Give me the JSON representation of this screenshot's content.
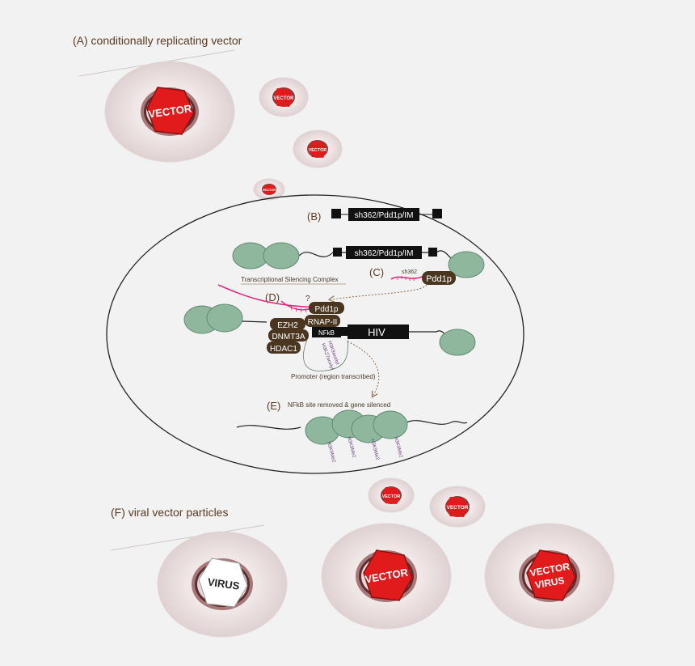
{
  "captions": {
    "a": "(A) conditionally replicating vector",
    "b": "(B)",
    "c": "(C)",
    "d": "(D)",
    "e": "(E)",
    "f": "(F) viral vector particles",
    "question": "?"
  },
  "cells": {
    "vector": "VECTOR",
    "virus": "VIRUS"
  },
  "constructs": {
    "top": "sh362/Pdd1p/IM",
    "integrated": "sh362/Pdd1p/IM",
    "hiv": "HIV"
  },
  "labels": {
    "silencing_complex": "Transcriptional Silencing Complex",
    "sh362": "sh362",
    "promoter": "Promoter (region transcribed)",
    "nfkb_removed": "NFkB site removed & gene silenced"
  },
  "proteins": {
    "pdd1p_c": "Pdd1p",
    "pdd1p_d": "Pdd1p",
    "rnap": "RNAP-II",
    "ezh2": "EZH2",
    "dnmt3a": "DNMT3A",
    "nfkb": "NFkB",
    "hdac1": "HDAC1"
  },
  "marks": {
    "h3k9acetyl": "H3K9acetyl",
    "h3k27acetyl": "H3K27acetyl",
    "h3k9me2_1": "H3K9Me2",
    "h3k9me2_2": "H3K9Me2",
    "h3k9me2_3": "H3K9Me2",
    "h3k9me2_4": "H3K9Me2"
  },
  "colors": {
    "background": "#f2f2f2",
    "cell": "#e6dada",
    "nucleus_ring": "#a87878",
    "vector_red": "#e11b1b",
    "nucleosome": "#8fb79e",
    "protein_brown": "#4a3520",
    "rna_pink": "#e0257a"
  }
}
